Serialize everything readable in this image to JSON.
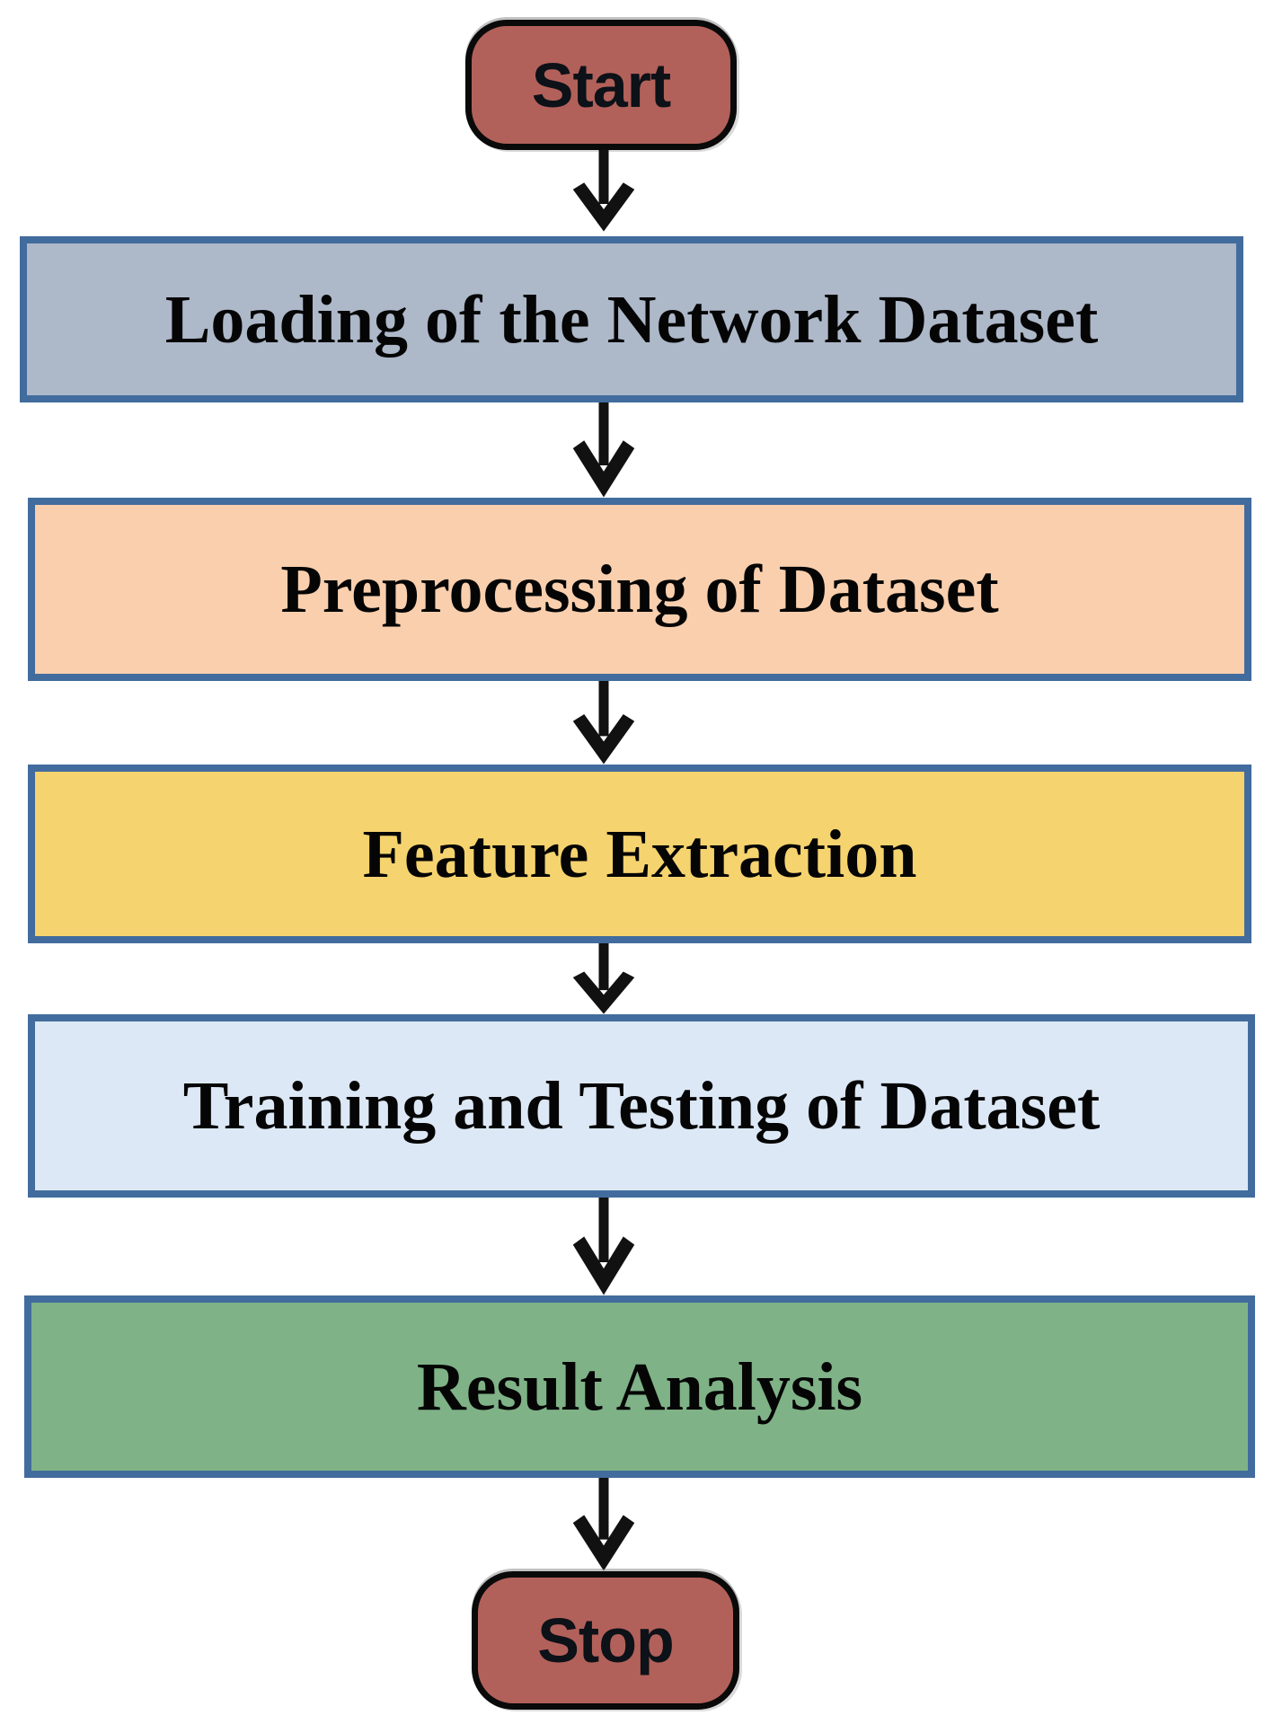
{
  "flowchart": {
    "start": {
      "label": "Start",
      "fill": "#b2615a"
    },
    "steps": [
      {
        "label": "Loading of the Network Dataset",
        "fill": "#adb8c9"
      },
      {
        "label": "Preprocessing of Dataset",
        "fill": "#f9cfae"
      },
      {
        "label": "Feature Extraction",
        "fill": "#f5d36e"
      },
      {
        "label": "Training and Testing of Dataset",
        "fill": "#dce8f5"
      },
      {
        "label": "Result Analysis",
        "fill": "#7fb287"
      }
    ],
    "stop": {
      "label": "Stop",
      "fill": "#b2615a"
    },
    "colors": {
      "step_border": "#426c9d",
      "terminal_border": "#0a0a0a",
      "arrow": "#111111",
      "text": "#050505",
      "background": "#ffffff"
    }
  }
}
